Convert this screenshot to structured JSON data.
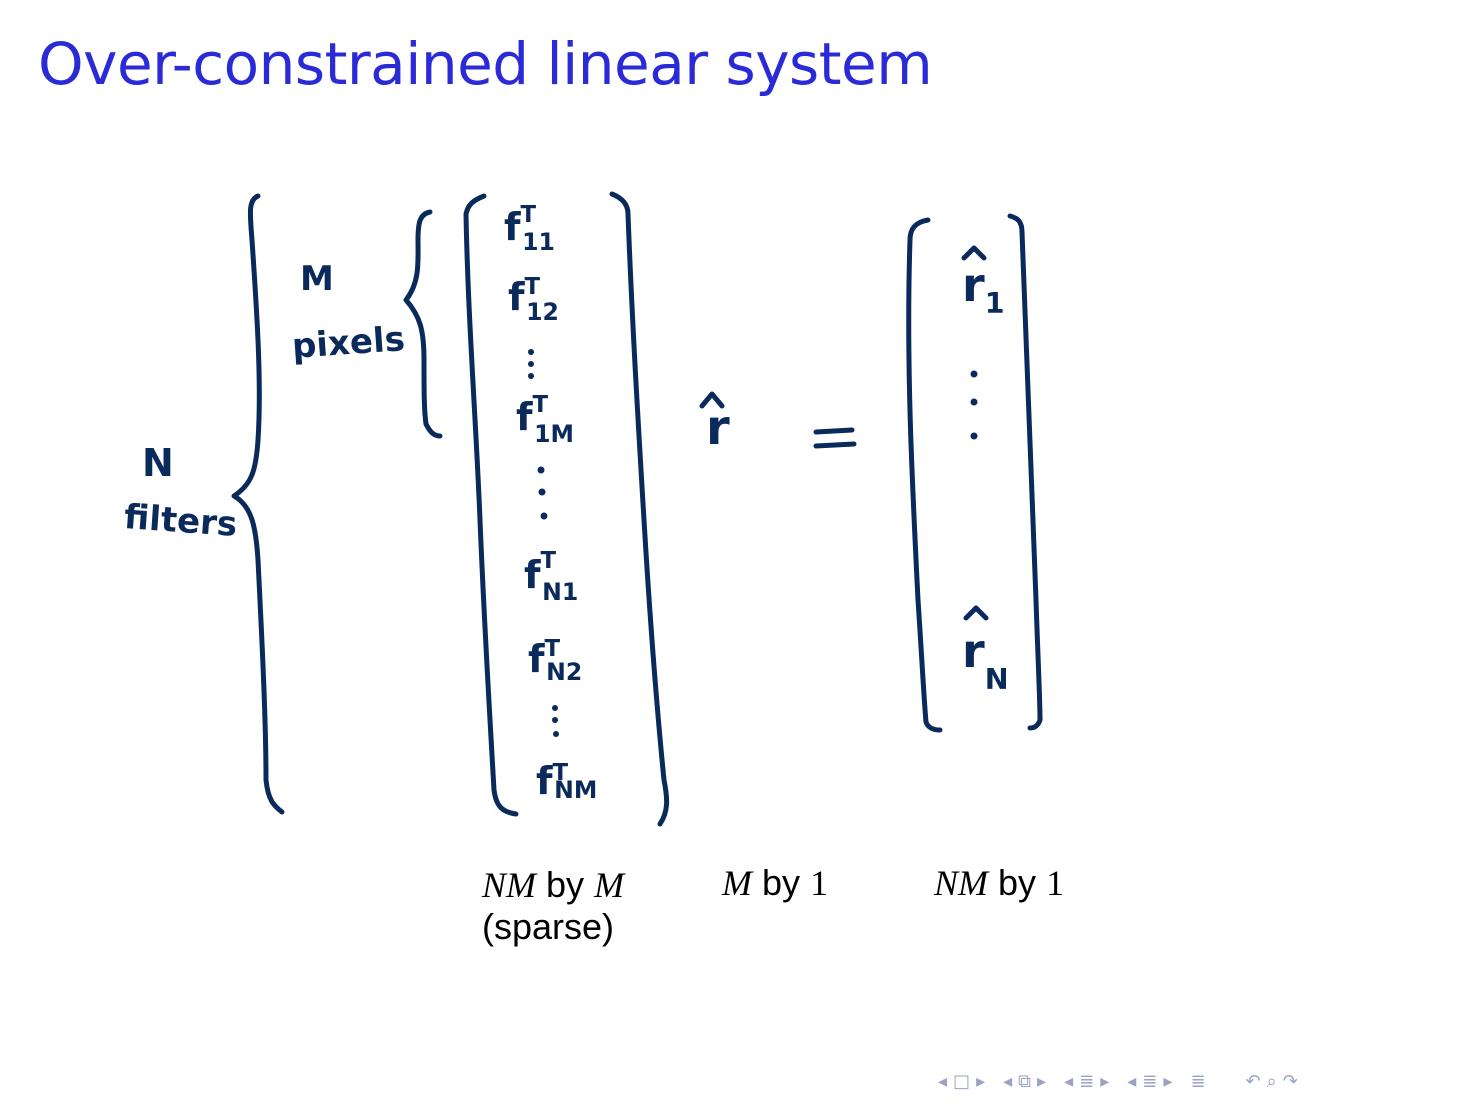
{
  "title": "Over-constrained linear system",
  "sketch": {
    "left_brace_outer_label_line1": "N",
    "left_brace_outer_label_line2": "filters",
    "left_brace_inner_label_line1": "M",
    "left_brace_inner_label_line2": "pixels",
    "matrix_rows": [
      {
        "base": "f",
        "sub": "11",
        "sup": "T"
      },
      {
        "base": "f",
        "sub": "12",
        "sup": "T"
      },
      {
        "base": "f",
        "sub": "1M",
        "sup": "T"
      },
      {
        "base": "f",
        "sub": "N1",
        "sup": "T"
      },
      {
        "base": "f",
        "sub": "N2",
        "sup": "T"
      },
      {
        "base": "f",
        "sub": "NM",
        "sup": "T"
      }
    ],
    "unknown_vector": "r",
    "equals": "=",
    "rhs_entries": [
      {
        "base": "r",
        "sub": "1"
      },
      {
        "base": "r",
        "sub": "N"
      }
    ]
  },
  "dimensions": {
    "matrix": {
      "rows": "NM",
      "by": "by",
      "cols": "M",
      "note": "(sparse)"
    },
    "vector": {
      "rows": "M",
      "by": "by",
      "cols": "1"
    },
    "rhs": {
      "rows": "NM",
      "by": "by",
      "cols": "1"
    }
  },
  "colors": {
    "title": "#2a2ad6",
    "ink": "#0b2a5c",
    "nav": "#9aa3c4"
  },
  "navigation": {
    "icons": [
      "prev-slide-icon",
      "slide-icon",
      "next-slide-icon",
      "prev-frame-icon",
      "frame-icon",
      "next-frame-icon",
      "prev-subsection-icon",
      "subsection-icon",
      "next-subsection-icon",
      "prev-section-icon",
      "section-icon",
      "next-section-icon",
      "outline-icon",
      "undo-icon",
      "search-icon",
      "redo-icon"
    ]
  }
}
